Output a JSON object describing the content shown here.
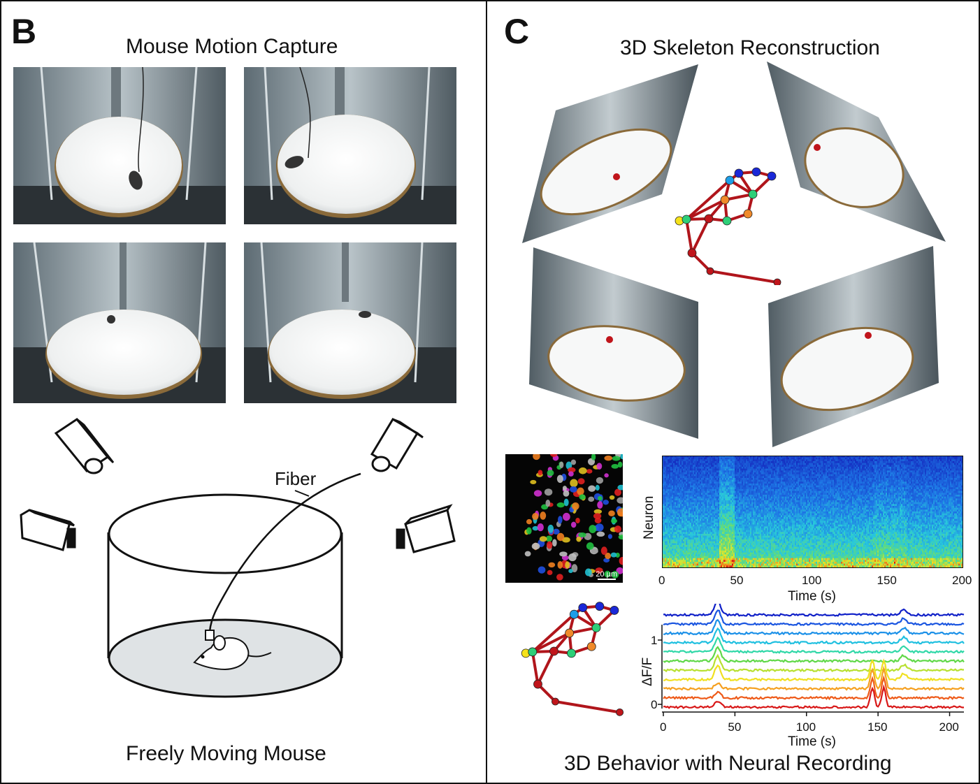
{
  "panel_b": {
    "letter": "B",
    "title": "Mouse Motion Capture",
    "fiber_label": "Fiber",
    "bottom_title": "Freely Moving Mouse"
  },
  "panel_c": {
    "letter": "C",
    "title": "3D Skeleton Reconstruction",
    "scale_bar": "20 µm",
    "heatmap": {
      "ylabel": "Neuron",
      "xlabel": "Time (s)",
      "xticks": [
        "0",
        "50",
        "100",
        "150",
        "200"
      ]
    },
    "traces": {
      "ylabel": "ΔF/F",
      "yticks": [
        "1",
        "0"
      ],
      "xlabel": "Time (s)",
      "xticks": [
        "0",
        "50",
        "100",
        "150",
        "200"
      ]
    },
    "bottom_title": "3D Behavior with Neural Recording"
  },
  "colors": {
    "skeleton_bone": "#b0151b",
    "trace_colors": [
      "#1020c8",
      "#1a55e0",
      "#1b90e8",
      "#20c0e0",
      "#30d8a8",
      "#60d848",
      "#b8e030",
      "#f0e020",
      "#f5a020",
      "#ee5a18",
      "#d81818"
    ]
  }
}
